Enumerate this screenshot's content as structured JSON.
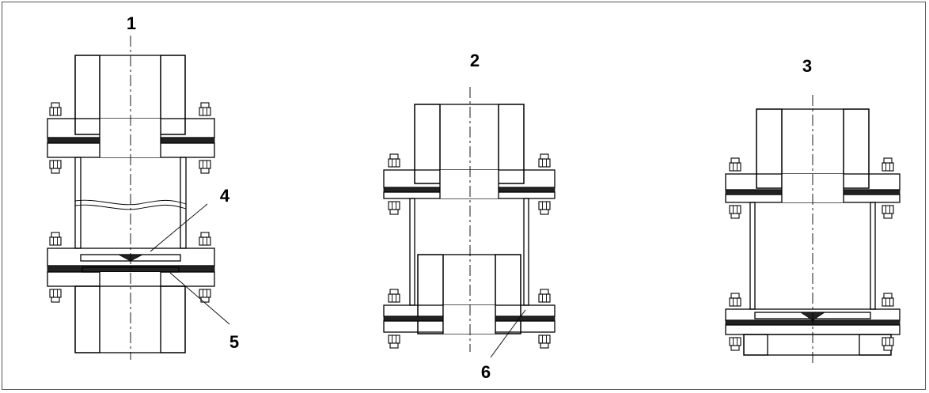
{
  "labels": {
    "assembly_1": "1",
    "assembly_2": "2",
    "assembly_3": "3",
    "callout_4": "4",
    "callout_5": "5",
    "callout_6": "6"
  }
}
